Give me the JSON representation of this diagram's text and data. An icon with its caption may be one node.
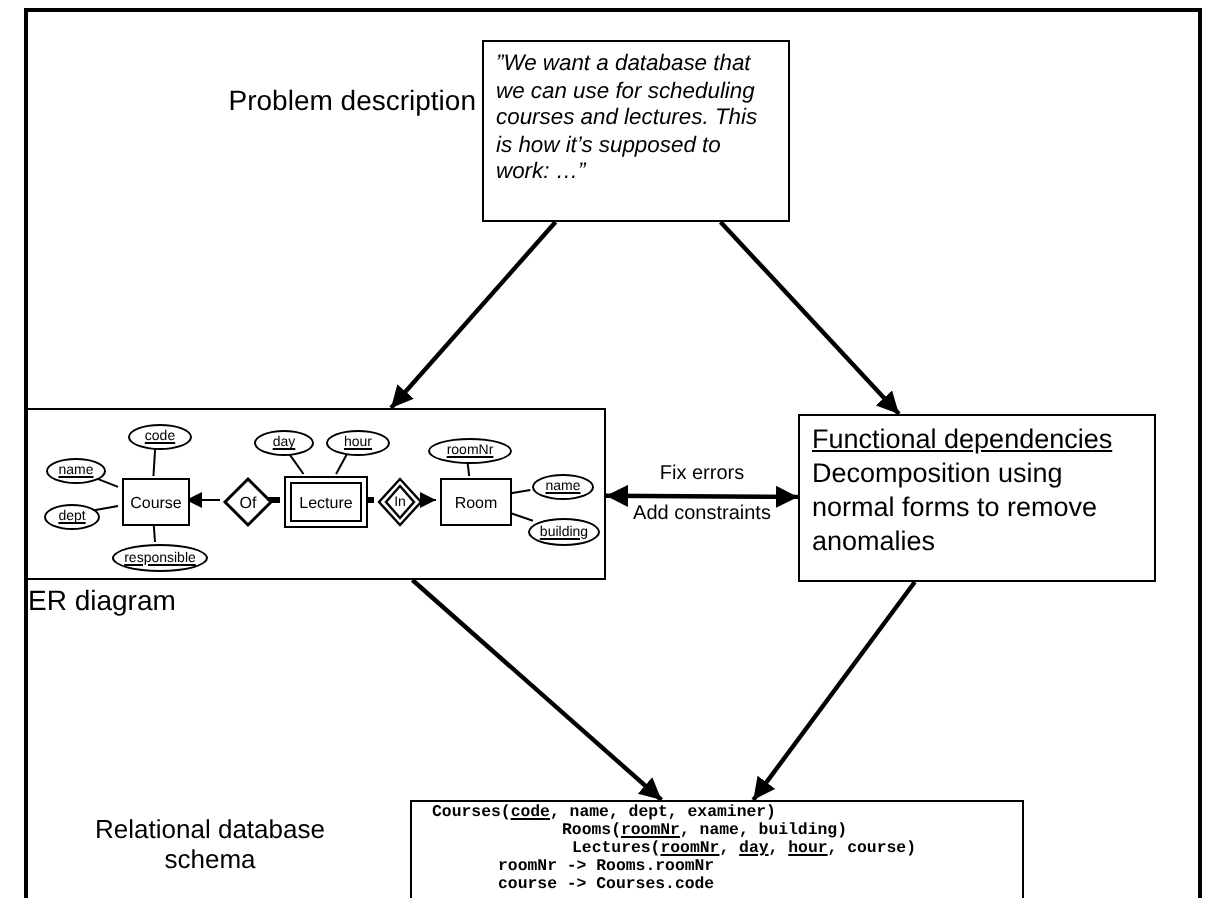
{
  "diagram": {
    "nodes": [
      {
        "text": [
          "”We want a database that we can use for scheduling courses and lectures. This is how it’s supposed to work: …”"
        ],
        "beside": [
          "Problem description"
        ]
      },
      {
        "text": [],
        "shape": "box",
        "beside": [
          "ER diagram"
        ]
      },
      {
        "text": [
          "code"
        ],
        "in": 1
      },
      {
        "text": [
          "name"
        ],
        "in": 1
      },
      {
        "text": [
          "dept"
        ],
        "in": 1
      },
      {
        "text": [
          "Course"
        ],
        "in": 1
      },
      {
        "text": [
          "responsible"
        ],
        "in": 1
      },
      {
        "text": [
          "Of"
        ],
        "in": 1
      },
      {
        "text": [
          "day"
        ],
        "in": 1
      },
      {
        "text": [
          "hour"
        ],
        "in": 1
      },
      {
        "text": [
          "Lecture"
        ],
        "in": 1
      },
      {
        "text": [
          "In"
        ],
        "in": 1
      },
      {
        "text": [
          "roomNr"
        ],
        "in": 1
      },
      {
        "text": [
          "Room"
        ],
        "in": 1
      },
      {
        "text": [
          "name"
        ],
        "in": 1
      },
      {
        "text": [
          "building"
        ],
        "in": 1
      },
      {
        "text": [
          "Functional dependencies",
          "Decomposition using normal forms to remove anomalies"
        ]
      },
      {
        "text": [
          "Courses(**code**, name, dept, examiner)",
          "Rooms(**roomNr**, name, building)",
          "Lectures(**roomNr**, **day**, **hour**, course)",
          "roomNr -> Rooms.roomNr",
          "course -> Courses.code"
        ],
        "beside": [
          "Relational database schema"
        ]
      }
    ],
    "edges": [
      {
        "from": 0,
        "to": 1,
        "arrow": "to"
      },
      {
        "from": 0,
        "to": 16,
        "arrow": "to"
      },
      {
        "from": 1,
        "to": 16,
        "arrow": "both",
        "label": "Fix errors"
      },
      {
        "from": 1,
        "to": 17,
        "arrow": "to"
      },
      {
        "from": 16,
        "to": 17,
        "arrow": "to"
      },
      {
        "from": 5,
        "to": 2,
        "arrow": "none"
      },
      {
        "from": 5,
        "to": 3,
        "arrow": "none"
      },
      {
        "from": 5,
        "to": 4,
        "arrow": "none"
      },
      {
        "from": 5,
        "to": 6,
        "arrow": "none"
      },
      {
        "from": 7,
        "to": 5,
        "arrow": "to"
      },
      {
        "from": 10,
        "to": 7,
        "arrow": "none",
        "style": "thick"
      },
      {
        "from": 10,
        "to": 8,
        "arrow": "none"
      },
      {
        "from": 10,
        "to": 9,
        "arrow": "none"
      },
      {
        "from": 10,
        "to": 11,
        "arrow": "none",
        "style": "thick"
      },
      {
        "from": 11,
        "to": 13,
        "arrow": "to"
      },
      {
        "from": 13,
        "to": 12,
        "arrow": "none"
      },
      {
        "from": 13,
        "to": 14,
        "arrow": "none"
      },
      {
        "from": 13,
        "to": 15,
        "arrow": "none"
      }
    ],
    "labels": [
      "Add constraints"
    ]
  }
}
